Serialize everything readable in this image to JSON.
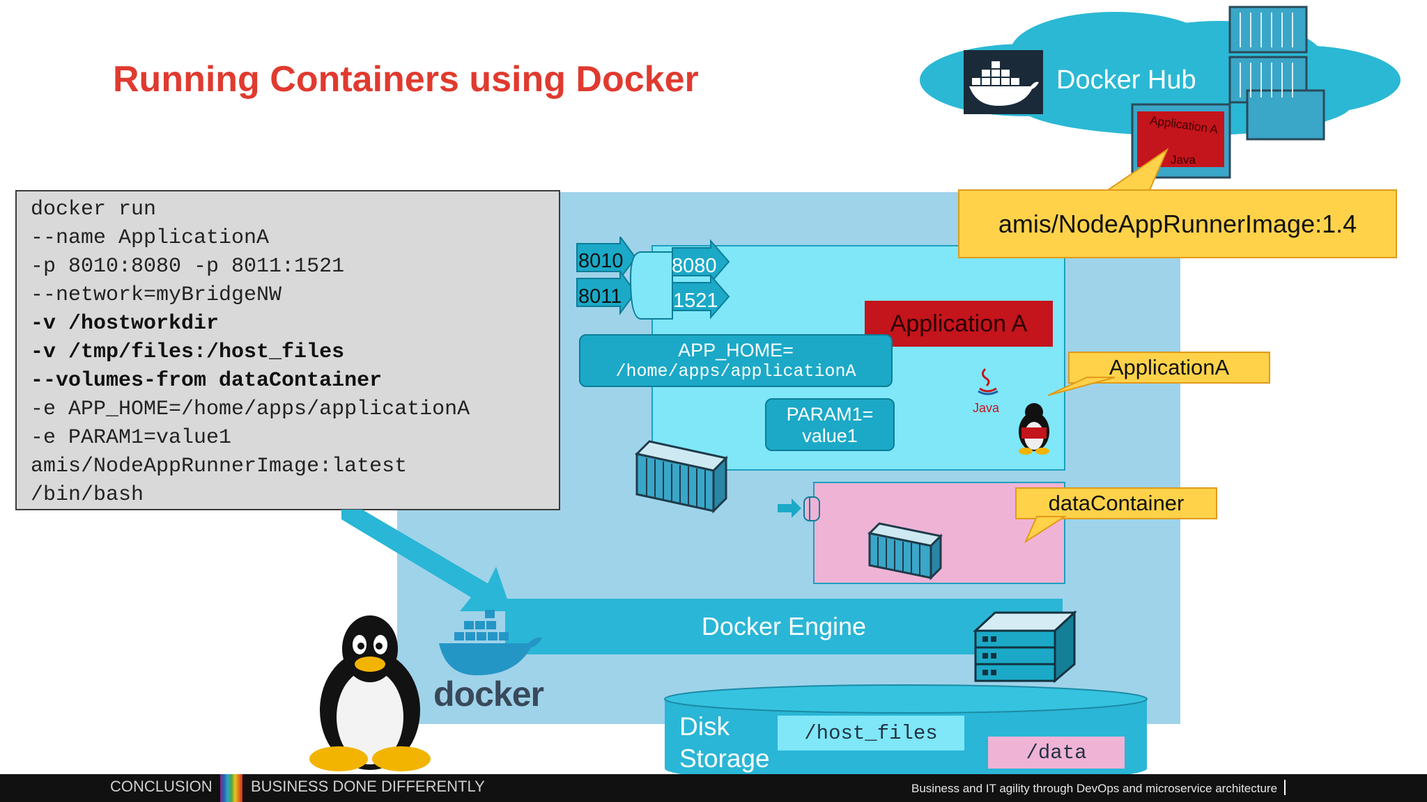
{
  "slide": {
    "title": "Running Containers using Docker"
  },
  "command": {
    "lines": [
      {
        "text": "docker run",
        "bold": false
      },
      {
        "text": "--name ApplicationA",
        "bold": false
      },
      {
        "text": "-p 8010:8080 -p 8011:1521",
        "bold": false
      },
      {
        "text": "--network=myBridgeNW",
        "bold": false
      },
      {
        "text": "-v /hostworkdir",
        "bold": true
      },
      {
        "text": "-v /tmp/files:/host_files",
        "bold": true
      },
      {
        "text": "--volumes-from dataContainer",
        "bold": true
      },
      {
        "text": "-e APP_HOME=/home/apps/applicationA",
        "bold": false
      },
      {
        "text": "-e PARAM1=value1",
        "bold": false
      },
      {
        "text": "amis/NodeAppRunnerImage:latest",
        "bold": false
      },
      {
        "text": "/bin/bash",
        "bold": false
      }
    ]
  },
  "hub": {
    "label": "Docker Hub",
    "image_callout": "amis/NodeAppRunnerImage:1.4",
    "container_label": "Application A",
    "java_label": "Java"
  },
  "ports": {
    "host": [
      "8010",
      "8011"
    ],
    "container": [
      "8080",
      "1521"
    ]
  },
  "app": {
    "name_label": "Application A",
    "callout": "ApplicationA",
    "env_app_home_key": "APP_HOME=",
    "env_app_home_value": "/home/apps/applicationA",
    "env_param_key": "PARAM1=",
    "env_param_value": "value1",
    "java_label": "Java"
  },
  "data_container": {
    "callout": "dataContainer"
  },
  "engine": {
    "label": "Docker Engine",
    "logo_text": "docker"
  },
  "disk": {
    "label_line1": "Disk",
    "label_line2": "Storage",
    "mount_host_files": "/host_files",
    "mount_data": "/data"
  },
  "footer": {
    "left_label": "CONCLUSION",
    "left_tagline": "BUSINESS DONE DIFFERENTLY",
    "right_text": "Business and IT agility through DevOps and microservice architecture"
  },
  "colors": {
    "title": "#e03a2f",
    "host_bg": "#9fd3ea",
    "app_bg": "#7fe7f8",
    "data_bg": "#efb3d6",
    "engine": "#2ab6d6",
    "callout": "#ffd24a",
    "app_red": "#c4141c"
  },
  "icons": [
    "docker-hub-logo-icon",
    "shipping-container-icon",
    "java-icon",
    "tux-penguin-icon",
    "docker-whale-icon",
    "server-icon",
    "cloud-icon"
  ]
}
